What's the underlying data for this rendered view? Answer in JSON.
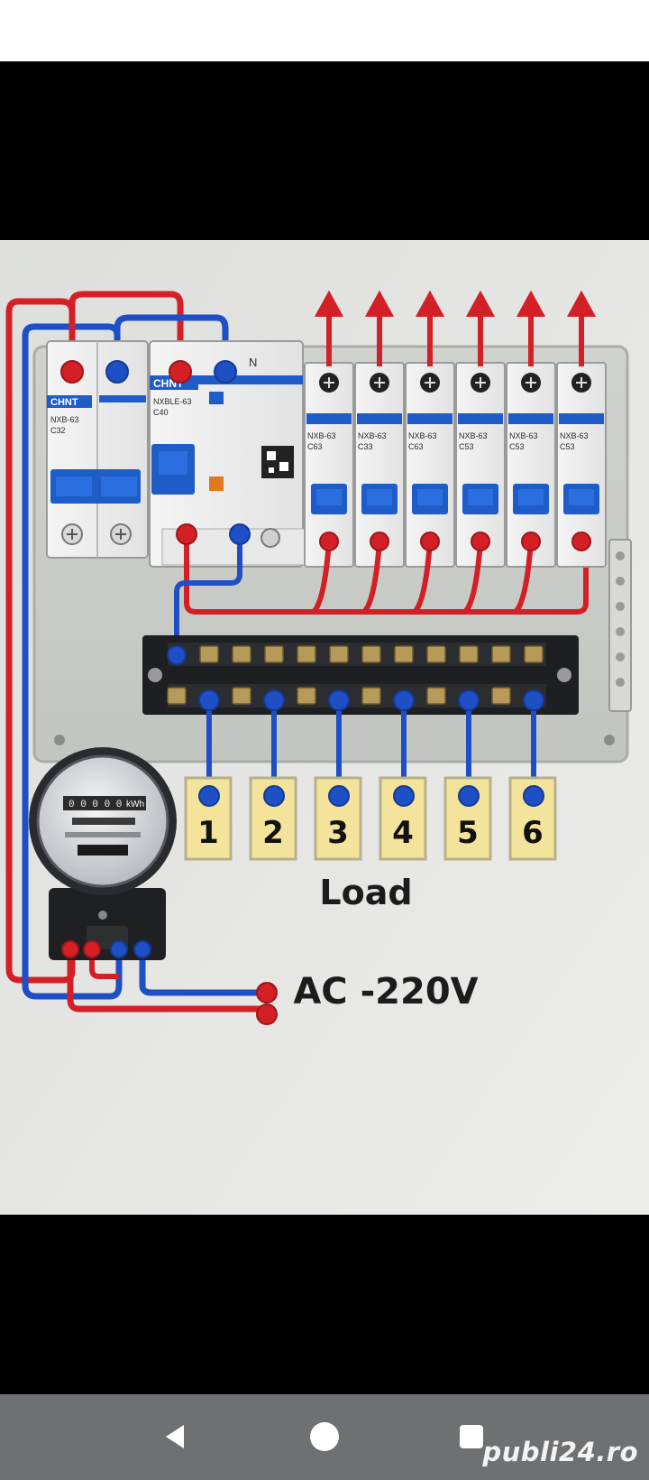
{
  "image": {
    "brand_main": "CHNT",
    "brand_rcd": "CHNT",
    "main_breaker_model": "NXB-63",
    "main_breaker_rating": "C32",
    "rcd_model": "NXBLE-63",
    "rcd_rating": "C40",
    "neutral_marker": "N",
    "mcb_model": "NXB-63",
    "mcb_ratings": [
      "C63",
      "C33",
      "C63",
      "C53",
      "C53",
      "C53"
    ],
    "load_numbers": [
      "1",
      "2",
      "3",
      "4",
      "5",
      "6"
    ],
    "load_label": "Load",
    "supply_label": "AC -220V",
    "meter_readout": "kWh"
  },
  "watermark": "publi24.ro",
  "colors": {
    "live": "#d32027",
    "neutral": "#1e4fc4",
    "panel": "#c8ccc8",
    "wall": "#e3e4e2",
    "navbar": "#6e7072"
  },
  "nav": {
    "back_icon": "back-triangle-icon",
    "home_icon": "home-circle-icon",
    "recents_icon": "recents-square-icon"
  }
}
